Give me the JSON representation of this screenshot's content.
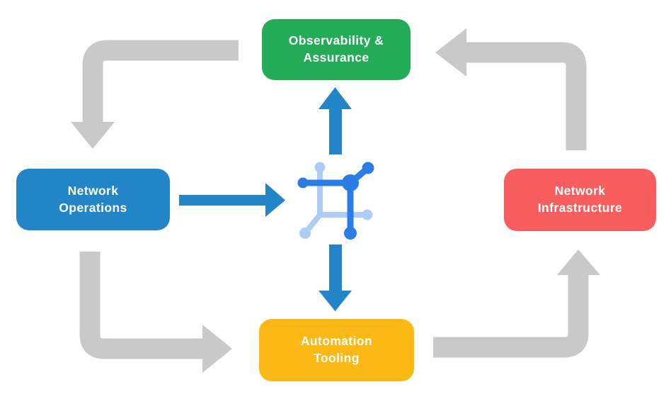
{
  "diagram": {
    "nodes": [
      {
        "id": "observability-assurance",
        "label": "Observability &\nAssurance",
        "color": "#24ab58",
        "position": "top"
      },
      {
        "id": "network-operations",
        "label": "Network\nOperations",
        "color": "#2185c8",
        "position": "left"
      },
      {
        "id": "network-infrastructure",
        "label": "Network\nInfrastructure",
        "color": "#f95e5e",
        "position": "right"
      },
      {
        "id": "automation-tooling",
        "label": "Automation\nTooling",
        "color": "#fcb815",
        "position": "bottom"
      }
    ],
    "center_icon": {
      "name": "network-mesh-icon",
      "color_dark": "#2b7ce4",
      "color_light": "#aecdf6"
    },
    "arrows": {
      "cycle_color": "#c9c9c9",
      "flow_color": "#2185c8",
      "cycle": [
        {
          "from": "observability-assurance",
          "to": "network-operations"
        },
        {
          "from": "network-operations",
          "to": "automation-tooling"
        },
        {
          "from": "automation-tooling",
          "to": "network-infrastructure"
        },
        {
          "from": "network-infrastructure",
          "to": "observability-assurance"
        }
      ],
      "flow": [
        {
          "from": "network-operations",
          "to": "center-icon"
        },
        {
          "from": "center-icon",
          "to": "observability-assurance"
        },
        {
          "from": "center-icon",
          "to": "automation-tooling"
        }
      ]
    }
  }
}
